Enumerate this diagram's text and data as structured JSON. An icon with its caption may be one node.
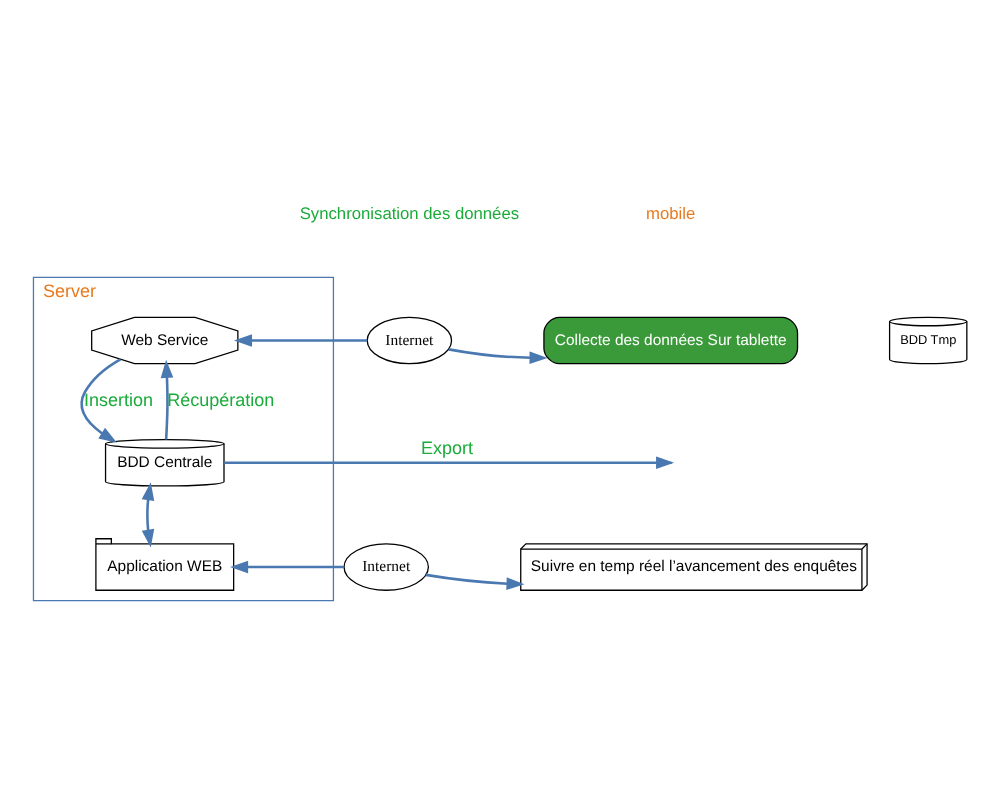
{
  "diagram": {
    "nodes": [
      {
        "text": [
          "Server"
        ]
      },
      {
        "text": [
          "Web Service"
        ],
        "in": 0
      },
      {
        "text": [
          "BDD Centrale"
        ],
        "in": 0
      },
      {
        "text": [
          "Application WEB"
        ],
        "in": 0
      },
      {
        "text": [
          "Internet"
        ]
      },
      {
        "text": [
          "Internet"
        ]
      },
      {
        "text": [
          "Collecte des données Sur tablette"
        ]
      },
      {
        "text": [
          "BDD Tmp"
        ]
      },
      {
        "text": [
          "Suivre en temp réel l’avancement des enquêtes"
        ]
      }
    ],
    "edges": [
      {
        "from": 4,
        "to": 1,
        "arrow": "to"
      },
      {
        "from": 4,
        "to": 6,
        "arrow": "to"
      },
      {
        "from": 2,
        "to": 1,
        "arrow": "to",
        "label": "Récupération"
      },
      {
        "from": 1,
        "to": 2,
        "arrow": "to",
        "label": "Insertion"
      },
      {
        "from": 2,
        "to": 3,
        "arrow": "both"
      },
      {
        "from": 2,
        "to": null,
        "arrow": "to",
        "label": "Export"
      },
      {
        "from": 5,
        "to": 3,
        "arrow": "to"
      },
      {
        "from": 5,
        "to": 8,
        "arrow": "to"
      }
    ],
    "labels": [
      "Synchronisation des données",
      "mobile"
    ]
  }
}
